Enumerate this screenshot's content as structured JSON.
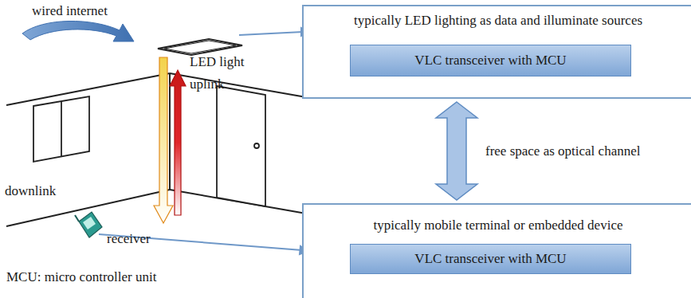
{
  "diagram": {
    "nodes": [
      {
        "text": [
          "typically LED lighting as data and illuminate sources"
        ]
      },
      {
        "text": [
          "VLC transceiver with MCU"
        ],
        "in": 0
      },
      {
        "text": [
          "typically mobile terminal or embedded device"
        ]
      },
      {
        "text": [
          "VLC transceiver with MCU"
        ],
        "in": 2
      }
    ],
    "edges": [
      {
        "from": 0,
        "to": 2,
        "label": "free space as optical channel",
        "arrow": "both"
      }
    ],
    "labels": [
      "wired internet",
      "LED light",
      "uplink",
      "downlink",
      "receiver",
      "MCU: micro controller unit"
    ]
  }
}
